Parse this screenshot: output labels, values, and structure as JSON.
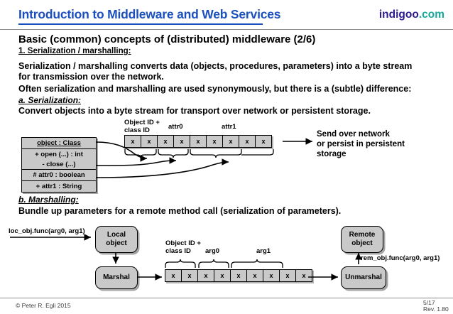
{
  "header": {
    "title": "Introduction to Middleware and Web Services",
    "brand_name": "indigoo",
    "brand_tld": ".com",
    "title_color": "#1a4fbd",
    "brand_color": "#2b1b8c",
    "brand_tld_color": "#16a79a"
  },
  "content": {
    "heading": "Basic (common) concepts of (distributed) middleware (2/6)",
    "subheading_1": "1. Serialization / marshalling:",
    "paragraph_1_line_1": "Serialization / marshalling converts data (objects, procedures, parameters) into a byte stream",
    "paragraph_1_line_2": "for transmission over the network.",
    "paragraph_2": "Often serialization and marshalling are used synonymously, but there is a (subtle) difference:",
    "subheading_a": "a. Serialization:",
    "paragraph_3": "Convert objects into a byte stream for transport over network or persistent storage.",
    "subheading_b": "b. Marshalling:",
    "paragraph_4": "Bundle up parameters for a remote method call (serialization of parameters)."
  },
  "serialization_diagram": {
    "class_box": {
      "header": "object : Class",
      "methods": [
        "+ open (...) : int",
        "- close (...)"
      ],
      "attributes": [
        "# attr0 : boolean",
        "+ attr1 : String"
      ]
    },
    "stream": {
      "cells": [
        "x",
        "x",
        "x",
        "x",
        "x",
        "x",
        "x",
        "x",
        "x"
      ],
      "labels": {
        "object_id": "Object ID +\nclass ID",
        "object_id_line_1": "Object ID +",
        "object_id_line_2": "class ID",
        "attr0": "attr0",
        "attr1": "attr1"
      }
    },
    "note_line_1": "Send over network",
    "note_line_2": "or persist in persistent",
    "note_line_3": "storage"
  },
  "marshalling_diagram": {
    "local_call": "loc_obj.func(arg0, arg1)",
    "remote_call": "rem_obj.func(arg0, arg1)",
    "boxes": {
      "local_object_line_1": "Local",
      "local_object_line_2": "object",
      "marshal": "Marshal",
      "remote_object_line_1": "Remote",
      "remote_object_line_2": "object",
      "unmarshal": "Unmarshal"
    },
    "stream": {
      "cells": [
        "x",
        "x",
        "x",
        "x",
        "x",
        "x",
        "x",
        "x",
        "x"
      ],
      "labels": {
        "object_id_line_1": "Object ID +",
        "object_id_line_2": "class ID",
        "arg0": "arg0",
        "arg1": "arg1"
      }
    }
  },
  "footer": {
    "copyright": "© Peter R. Egli 2015",
    "page": "5/17",
    "revision": "Rev. 1.80"
  }
}
